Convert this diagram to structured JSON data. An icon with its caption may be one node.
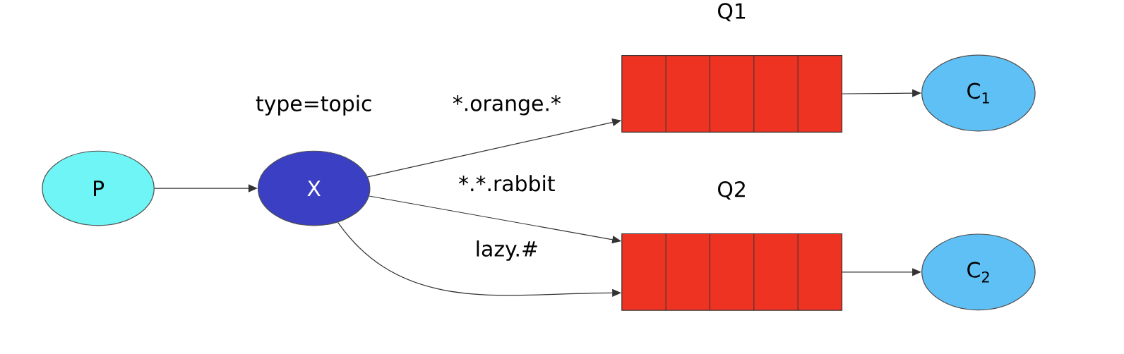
{
  "diagram": {
    "nodes": [
      {
        "text": [
          "P"
        ]
      },
      {
        "text": [
          "X"
        ],
        "beside": [
          "type=topic"
        ]
      },
      {
        "text": [
          "Q1"
        ]
      },
      {
        "text": [
          "Q2"
        ]
      },
      {
        "text": [
          "C$_{1}$"
        ]
      },
      {
        "text": [
          "C$_{2}$"
        ]
      }
    ],
    "edges": [
      {
        "from": 0,
        "to": 1,
        "arrow": "to"
      },
      {
        "from": 1,
        "to": 2,
        "arrow": "to",
        "label": "*.orange.*"
      },
      {
        "from": 1,
        "to": 3,
        "arrow": "to",
        "label": "*.*.rabbit"
      },
      {
        "from": 1,
        "to": 3,
        "arrow": "to",
        "label": "lazy.#"
      },
      {
        "from": 2,
        "to": 4,
        "arrow": "to"
      },
      {
        "from": 3,
        "to": 5,
        "arrow": "to"
      }
    ]
  }
}
